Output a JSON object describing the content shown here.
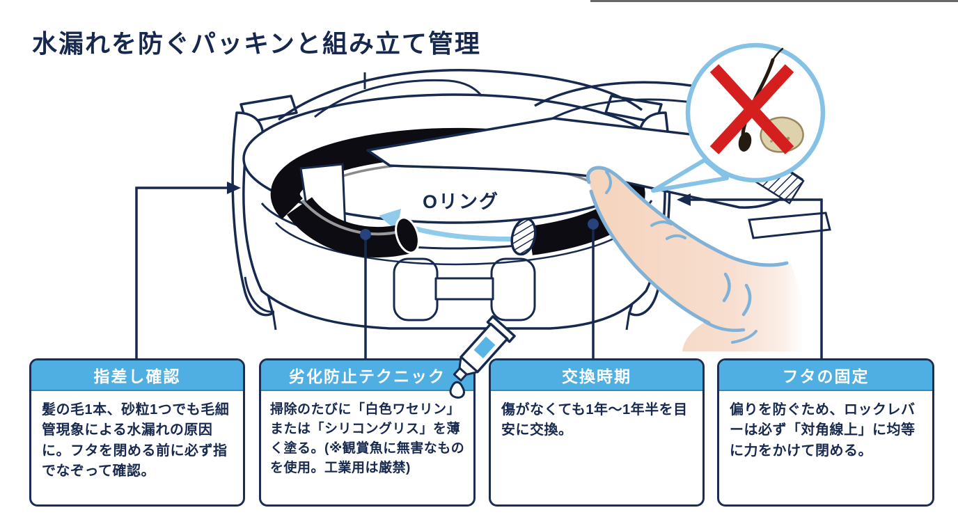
{
  "title": "水漏れを防ぐパッキンと組み立て管理",
  "diagram": {
    "oring_label": "Oリング",
    "bubble_icons": [
      "hair-icon",
      "sand-grain-icon",
      "red-x-icon"
    ],
    "illustration": "canister-filter-lid-with-o-ring-and-pointing-finger"
  },
  "info_boxes": [
    {
      "title": "指差し確認",
      "body": "髪の毛1本、砂粒1つでも毛細管現象による水漏れの原因に。フタを閉める前に必ず指でなぞって確認。"
    },
    {
      "title": "劣化防止テクニック",
      "body": "掃除のたびに「白色ワセリン」または「シリコングリス」を薄く塗る。(※観賞魚に無害なものを使用。工業用は厳禁)"
    },
    {
      "title": "交換時期",
      "body": "傷がなくても1年〜1年半を目安に交換。"
    },
    {
      "title": "フタの固定",
      "body": "偏りを防ぐため、ロックレバーは必ず「対角線上」に均等に力をかけて閉める。"
    }
  ],
  "colors": {
    "navy": "#17294e",
    "header_blue": "#4fafe2",
    "bubble_blue": "#85c2e6",
    "rotation_arrow_blue": "#90cbec",
    "warning_red": "#d51f1f",
    "skin": "#f6d5bf",
    "sand": "#ded2ac",
    "ring_black": "#0c0c12"
  }
}
